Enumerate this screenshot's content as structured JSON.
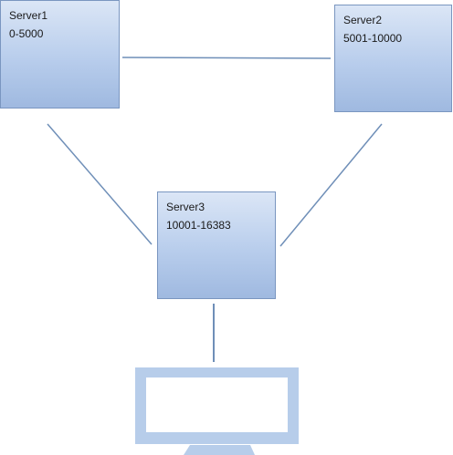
{
  "diagram": {
    "servers": [
      {
        "id": "server1",
        "name": "Server1",
        "range": "0-5000"
      },
      {
        "id": "server2",
        "name": "Server2",
        "range": "5001-10000"
      },
      {
        "id": "server3",
        "name": "Server3",
        "range": "10001-16383"
      }
    ],
    "colors": {
      "link": "#6f8fb8",
      "box_border": "#7a96c0",
      "box_fill_top": "#dbe6f6",
      "box_fill_bottom": "#9fb9e0",
      "monitor_fill": "#b7cdea"
    },
    "client_icon": "monitor-icon"
  }
}
